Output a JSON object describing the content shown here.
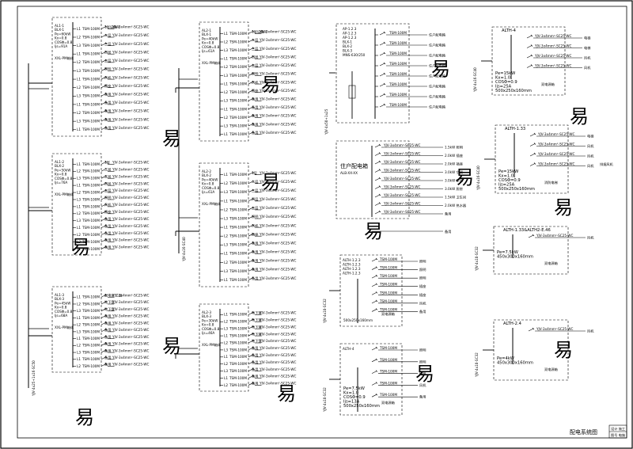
{
  "sheet": {
    "title": "配电系统图",
    "title_block": [
      "设计 施工",
      "图号 电施"
    ]
  },
  "common": {
    "breaker": "TSM-100M",
    "cable": "YJV-3x4mm²-SC25-WC",
    "row_dots": "—",
    "spare": "备用"
  },
  "left_column": [
    {
      "feeder": "YJV-4x25+1x16-SC50",
      "params": [
        "AL1-1",
        "BLX-1",
        "Pe=60kW",
        "Kx=0.8",
        "COSΦ=0.8",
        "Ijs=91A"
      ],
      "size": "XXL-PM箱体",
      "rows": [
        "L1",
        "L2",
        "L3",
        "L1",
        "L2",
        "L3",
        "L1",
        "L2",
        "L3",
        "L1",
        "L2",
        "L3",
        "L1"
      ],
      "loads": [
        "1层设备间",
        "二层",
        "三层",
        "四层",
        "五层",
        "照明",
        "风机",
        "插座",
        "备用",
        "备用",
        "备用",
        "备用",
        "备用"
      ]
    },
    {
      "feeder": "YJV-4x25+1x16-SC50",
      "params": [
        "AL1-2",
        "BLX-2",
        "Pe=50kW",
        "Kx=0.8",
        "COSΦ=0.8",
        "Ijs=76A"
      ],
      "size": "XXL-PM箱体",
      "rows": [
        "L1",
        "L2",
        "L3",
        "L1",
        "L2",
        "L3",
        "L1",
        "L2",
        "L3",
        "L1",
        "L2",
        "L3",
        "L1"
      ],
      "loads": [
        "1层",
        "二层",
        "三层",
        "四层",
        "五层",
        "照明",
        "风机",
        "插座",
        "备用",
        "备用",
        "备用",
        "备用",
        "备用"
      ]
    },
    {
      "feeder": "YJV-4x25+1x16-SC50",
      "params": [
        "AL1-3",
        "BLX-3",
        "Pe=45kW",
        "Kx=0.8",
        "COSΦ=0.8",
        "Ijs=68A"
      ],
      "size": "XXL-PM箱体",
      "rows": [
        "L1",
        "L2",
        "L3",
        "L1",
        "L2",
        "L3",
        "L1",
        "L2",
        "L3",
        "L1",
        "L2"
      ],
      "loads": [
        "配电室 二层",
        "地下室",
        "地下室",
        "备用",
        "备用",
        "备用",
        "备用",
        "备用",
        "备用",
        "备用",
        "备用"
      ]
    }
  ],
  "mid_column": [
    {
      "feeder": "YJV-4x16-SC40",
      "params": [
        "AL2-1",
        "BLX-1",
        "Pe=40kW",
        "Kx=0.8",
        "COSΦ=0.8",
        "Ijs=61A"
      ],
      "size": "XXL-PM箱体",
      "rows": [
        "L1",
        "L2",
        "L3",
        "L1",
        "L2",
        "L3",
        "L1",
        "L2",
        "L3",
        "L1",
        "L2",
        "L3",
        "L1"
      ],
      "loads": [
        "1层设备间",
        "二层",
        "三层",
        "四层",
        "五层",
        "照明",
        "风机",
        "插座",
        "备用",
        "备用",
        "备用",
        "备用",
        "备用"
      ]
    },
    {
      "feeder": "YJV-4x16-SC40",
      "params": [
        "AL2-2",
        "BLX-2",
        "Pe=40kW",
        "Kx=0.8",
        "COSΦ=0.8",
        "Ijs=61A"
      ],
      "size": "XXL-PM箱体",
      "rows": [
        "L1",
        "L2",
        "L3",
        "L1",
        "L2",
        "L3",
        "L1",
        "L2",
        "L3",
        "L1",
        "L2",
        "L3",
        "L1"
      ],
      "loads": [
        "1层",
        "二层",
        "三层",
        "四层",
        "五层",
        "照明",
        "风机",
        "插座",
        "备用",
        "备用",
        "备用",
        "备用",
        "备用"
      ]
    },
    {
      "feeder": "YJV-4x16-SC40",
      "params": [
        "AL2-3",
        "BLX-3",
        "Pe=30kW",
        "Kx=0.8",
        "COSΦ=0.8",
        "Ijs=46A"
      ],
      "size": "XXL-PM箱体",
      "rows": [
        "L1",
        "L2",
        "L3",
        "L1",
        "L2",
        "L3",
        "L1",
        "L2",
        "L3",
        "L1",
        "L2"
      ],
      "loads": [
        "地下室",
        "地下室",
        "地下室",
        "地下室",
        "地下室",
        "备用",
        "备用",
        "备用",
        "备用",
        "备用",
        "备用"
      ]
    }
  ],
  "center_top": {
    "feeder": "YJV-4x50+1x25",
    "params": [
      "AP-1.2.3",
      "AP-1.2.3",
      "AP-1.2.3",
      "BLX-1",
      "BLX-2",
      "BLX-3",
      "MNS-630/250"
    ],
    "loads": [
      "住户配电箱",
      "住户配电箱",
      "住户配电箱",
      "住户配电箱",
      "住户配电箱",
      "住户配电箱",
      "住户配电箱",
      "住户配电箱"
    ]
  },
  "center_resident": {
    "title": "住户配电箱",
    "model": "ALB-XX-XX",
    "loads": [
      "1.5kW 照明",
      "2.0kW 插座",
      "2.0kW 插座",
      "3.0kW 空调",
      "3.0kW 空调",
      "3.0kW 厨房",
      "1.5kW 卫生间",
      "2.0kW 热水器",
      "备用"
    ]
  },
  "center_small": [
    {
      "feeder": "YJV-4x10-SC32",
      "params": [
        "ALTH-1.2.3",
        "ALTH-1.2.3",
        "ALTH-1.2.3",
        "ALTH-1.2.3"
      ],
      "loads": [
        "照明",
        "照明",
        "照明",
        "插座",
        "插座",
        "风机",
        "备用"
      ],
      "note": "双电源箱",
      "size": "500x250x160mm"
    },
    {
      "feeder": "YJV-4x10-SC32",
      "params": [
        "ALTH-4"
      ],
      "specs": [
        "Pe=7.5kW",
        "Kx=1.0",
        "COSΦ=0.9",
        "Ijs=13A",
        "500x250x160mm"
      ],
      "loads": [
        "照明",
        "照明",
        "插座",
        "风机",
        "备用"
      ],
      "note": "双电源箱"
    }
  ],
  "right_column": [
    {
      "name": "ALTH-4",
      "feeder": "YJV-4x16-SC40",
      "specs": [
        "Pe=15kW",
        "Kx=1.0",
        "COSΦ=0.9",
        "Ijs=25A",
        "500x250x160mm"
      ],
      "loads": [
        "电梯",
        "电梯",
        "风机",
        "风机"
      ],
      "note": "双电源箱"
    },
    {
      "name": "ALTH-1.33",
      "feeder": "YJV-4x16-SC40",
      "specs": [
        "Pe=15kW",
        "Kx=1.0",
        "COSΦ=0.9",
        "Ijs=25A",
        "500x250x160mm"
      ],
      "loads": [
        "电梯",
        "风机",
        "风机",
        "风机"
      ],
      "note": "消防电梯",
      "extra": "排烟风机"
    },
    {
      "name": "ALTH-1.33&ALTH2-E.46",
      "feeder": "YJV-4x10-SC32",
      "specs": [
        "Pe=7.5kW",
        "450x300x160mm"
      ],
      "loads": [
        "风机"
      ],
      "note": "双电源箱"
    },
    {
      "name": "ALTH-2.4",
      "feeder": "YJV-4x10-SC32",
      "specs": [
        "Pe=4kW",
        "450x300x160mm"
      ],
      "loads": [
        "风机"
      ],
      "note": "双电源箱"
    }
  ],
  "watermark": "易"
}
